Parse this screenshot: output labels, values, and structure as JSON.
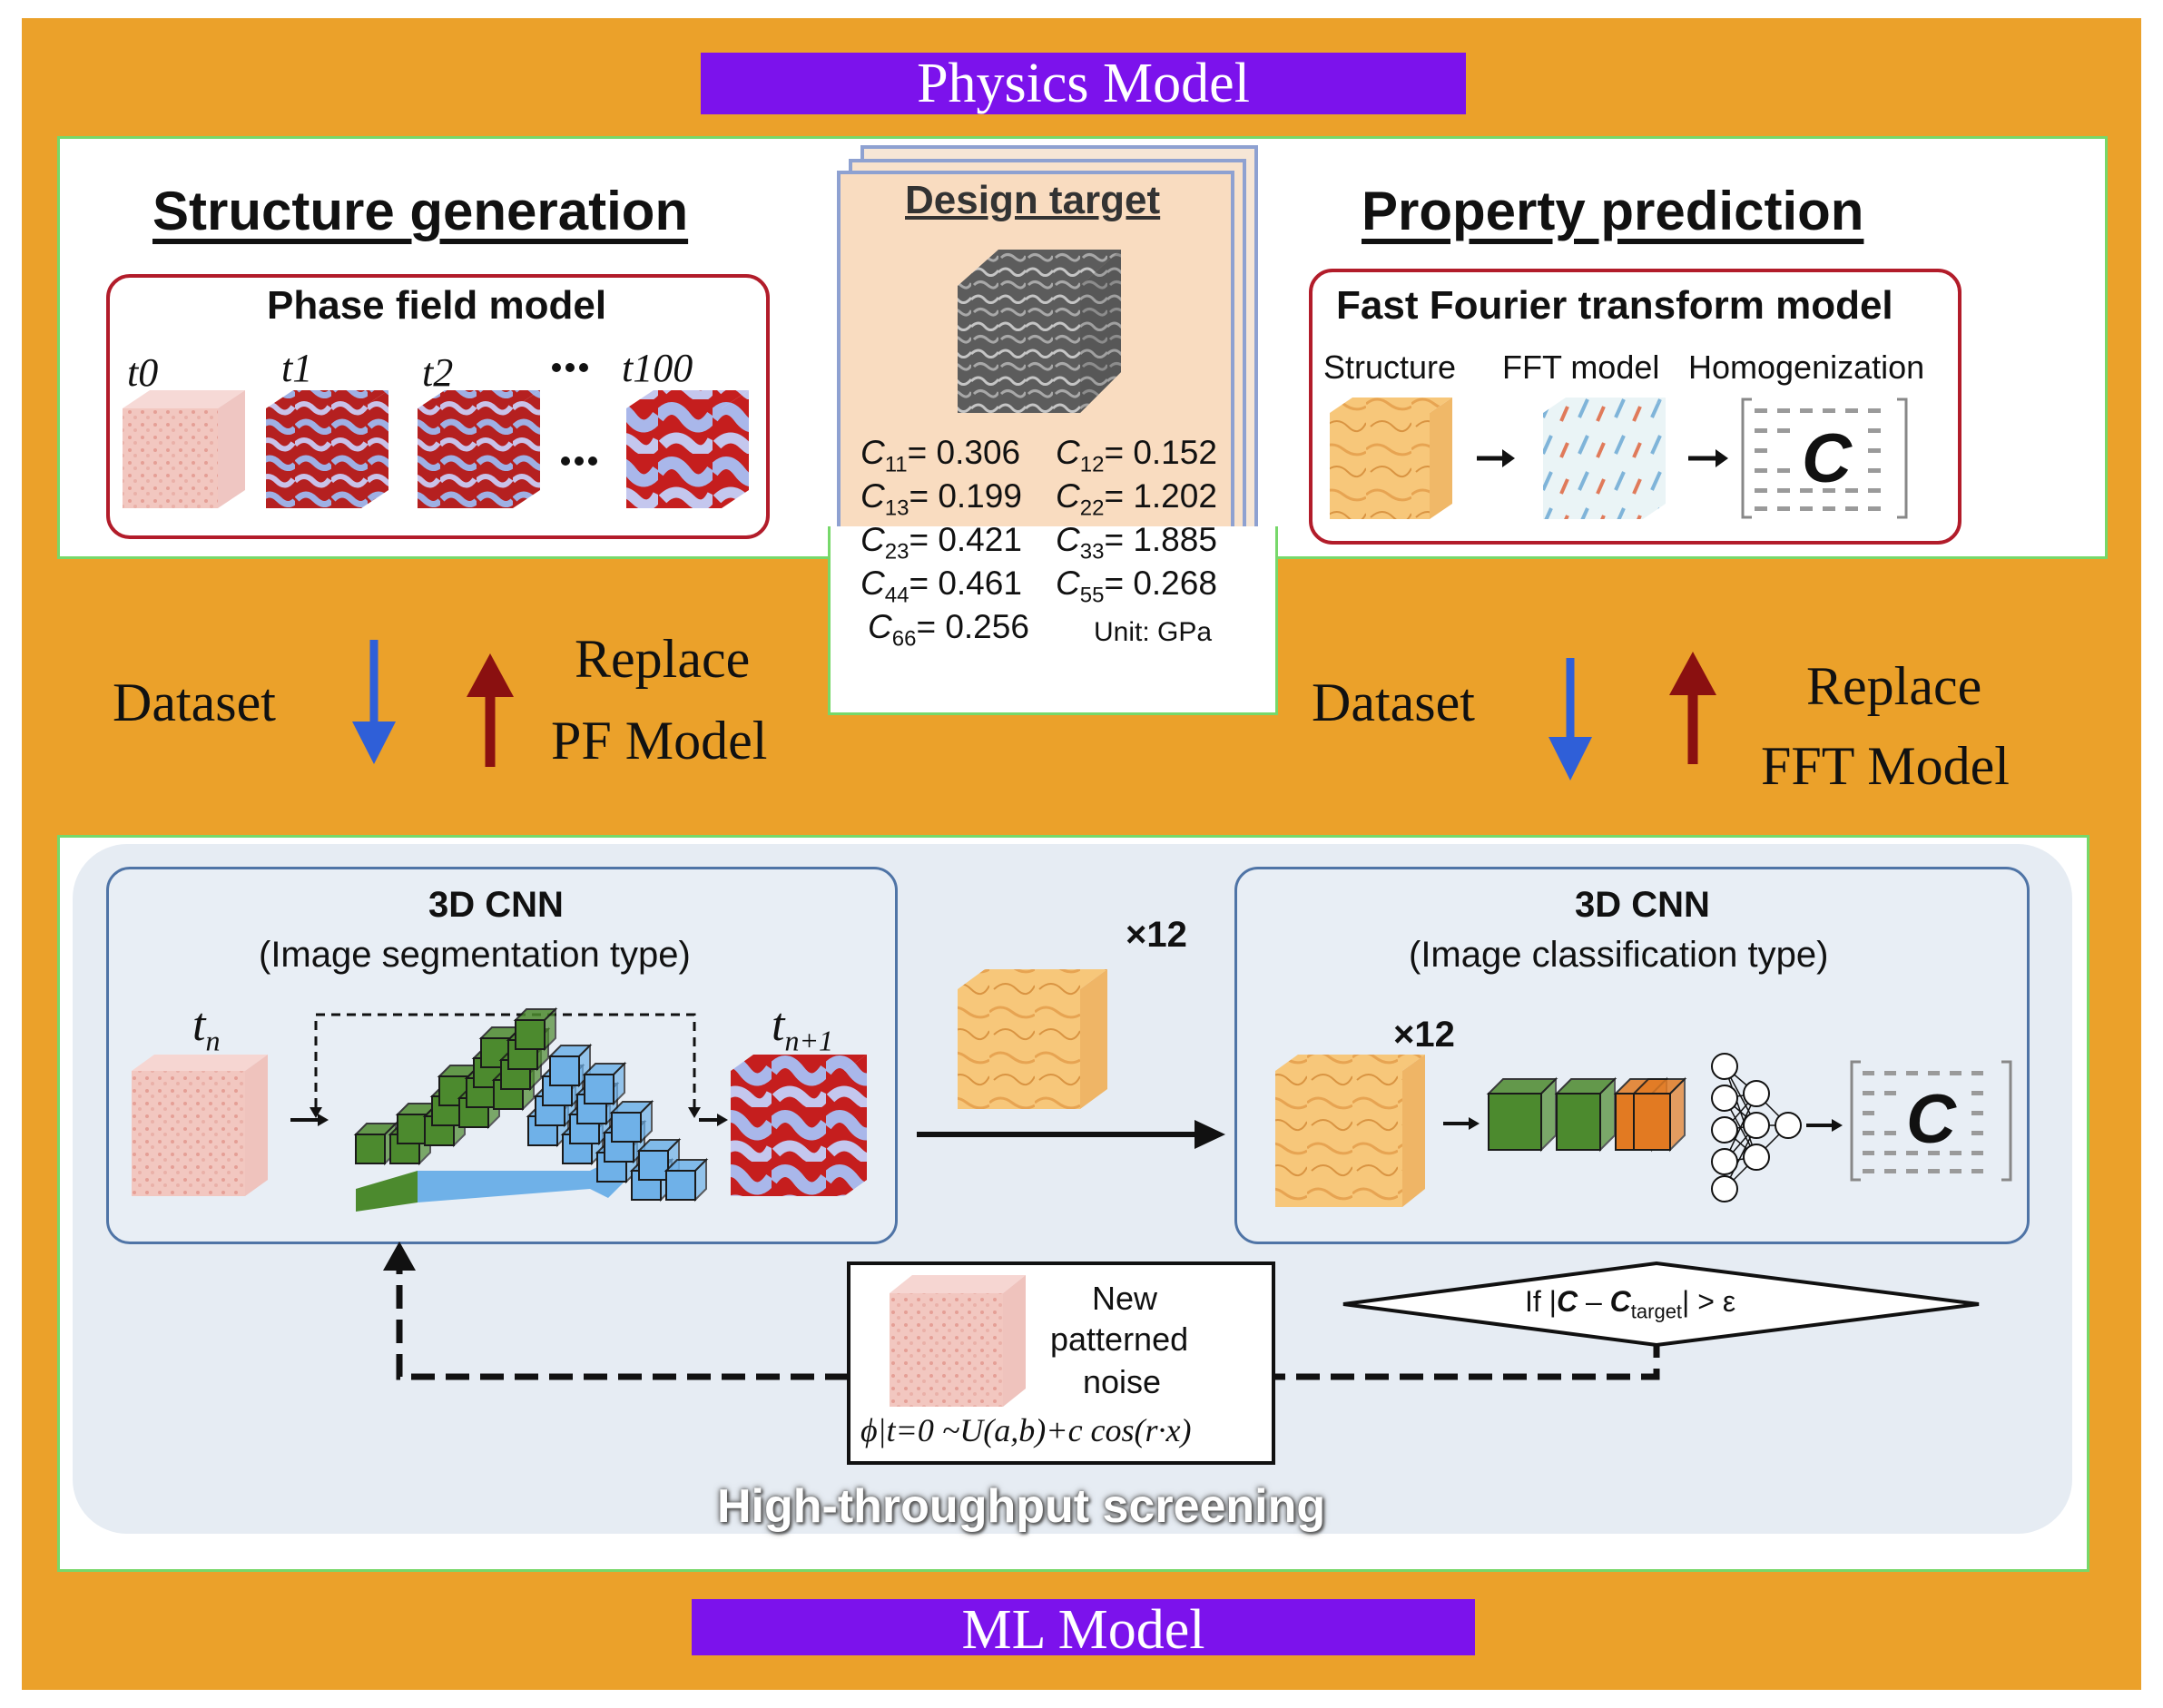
{
  "banners": {
    "physics": "Physics Model",
    "ml": "ML Model"
  },
  "structure_generation": {
    "title": "Structure generation",
    "box_title": "Phase field model",
    "labels": [
      "t0",
      "t1",
      "t2",
      "t100"
    ],
    "dots": "…"
  },
  "design_target": {
    "title": "Design target",
    "values": [
      {
        "sym": "C",
        "sub": "11",
        "val": "= 0.306"
      },
      {
        "sym": "C",
        "sub": "12",
        "val": "= 0.152"
      },
      {
        "sym": "C",
        "sub": "13",
        "val": "= 0.199"
      },
      {
        "sym": "C",
        "sub": "22",
        "val": "= 1.202"
      },
      {
        "sym": "C",
        "sub": "23",
        "val": "= 0.421"
      },
      {
        "sym": "C",
        "sub": "33",
        "val": "= 1.885"
      },
      {
        "sym": "C",
        "sub": "44",
        "val": "= 0.461"
      },
      {
        "sym": "C",
        "sub": "55",
        "val": "= 0.268"
      },
      {
        "sym": "C",
        "sub": "66",
        "val": "= 0.256"
      }
    ],
    "unit": "Unit: GPa"
  },
  "property_prediction": {
    "title": "Property prediction",
    "box_title": "Fast Fourier transform model",
    "col_structure": "Structure",
    "col_fft": "FFT model",
    "col_homog": "Homogenization",
    "matrix_symbol": "C"
  },
  "flow": {
    "dataset_left": "Dataset",
    "replace_pf_1": "Replace",
    "replace_pf_2": "PF Model",
    "dataset_right": "Dataset",
    "replace_fft_1": "Replace",
    "replace_fft_2": "FFT Model"
  },
  "cnn_seg": {
    "title": "3D CNN",
    "subtitle": "(Image segmentation type)",
    "t_in": "t",
    "t_in_sub": "n",
    "t_out": "t",
    "t_out_sub": "n+1"
  },
  "multiplier_mid": "×12",
  "cnn_cls": {
    "title": "3D CNN",
    "subtitle": "(Image classification type)",
    "multiplier": "×12",
    "matrix_symbol": "C"
  },
  "noise": {
    "line1": "New",
    "line2": "patterned",
    "line3": "noise",
    "formula": "ϕ|t=0 ~U(a,b)+c cos(r·x)"
  },
  "condition": {
    "prefix": "If |",
    "c1": "C",
    "minus": " – ",
    "c2": "C",
    "c2_sub": "target",
    "suffix": "| > ε"
  },
  "screening_label": "High-throughput screening",
  "colors": {
    "background": "#eba12a",
    "banner": "#7c12ec",
    "panel_border": "#77d86a",
    "red_box": "#b21c2a",
    "cnn_box_border": "#4f74a6",
    "arrow_down": "#2f5fd8",
    "arrow_up": "#8a1010",
    "conv_green": "#4c8a2e",
    "conv_blue": "#6fb1e8",
    "conv_orange": "#e27a22"
  },
  "icons": [
    "cube-icon",
    "arrow-down-icon",
    "arrow-up-icon",
    "conv-block-icon",
    "neural-network-icon",
    "stiffness-matrix-icon"
  ]
}
